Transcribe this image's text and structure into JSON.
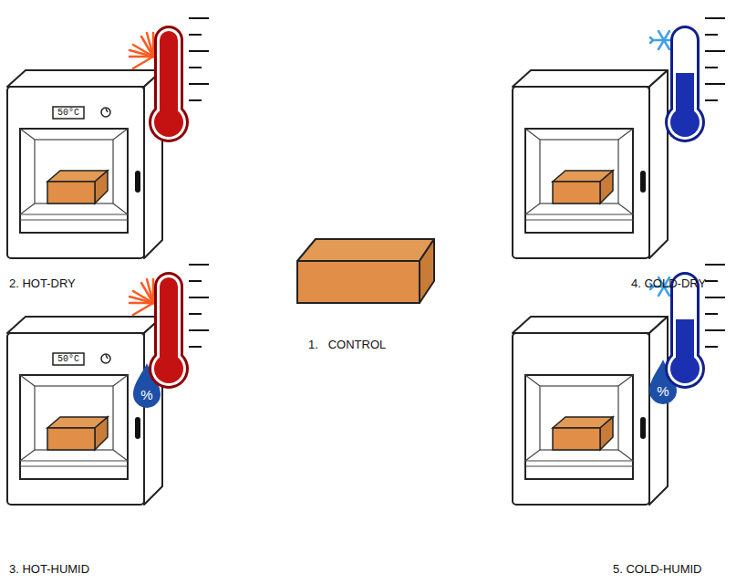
{
  "diagram": {
    "labels": [
      "2. HOT-DRY",
      "3. HOT-HUMID",
      "1.   CONTROL",
      "4. COLD-DRY",
      "5. COLD-HUMID",
      "50°C",
      "50°C",
      "%",
      "%"
    ]
  }
}
